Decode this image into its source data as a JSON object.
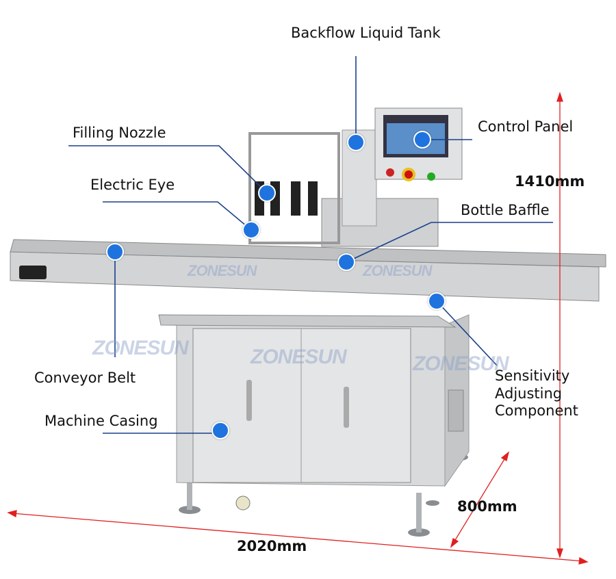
{
  "labels": {
    "backflow_tank": "Backflow Liquid Tank",
    "filling_nozzle": "Filling Nozzle",
    "electric_eye": "Electric Eye",
    "control_panel": "Control Panel",
    "bottle_baffle": "Bottle Baffle",
    "conveyor_belt": "Conveyor Belt",
    "machine_casing": "Machine Casing",
    "sensitivity": [
      "Sensitivity",
      "Adjusting",
      "Component"
    ]
  },
  "dimensions": {
    "height": "1410mm",
    "length": "2020mm",
    "width": "800mm"
  },
  "watermark": "ZONESUN",
  "colors": {
    "marker": "#1f73de",
    "leader_line": "#1a3f8a",
    "dimension_line": "#e02020"
  }
}
